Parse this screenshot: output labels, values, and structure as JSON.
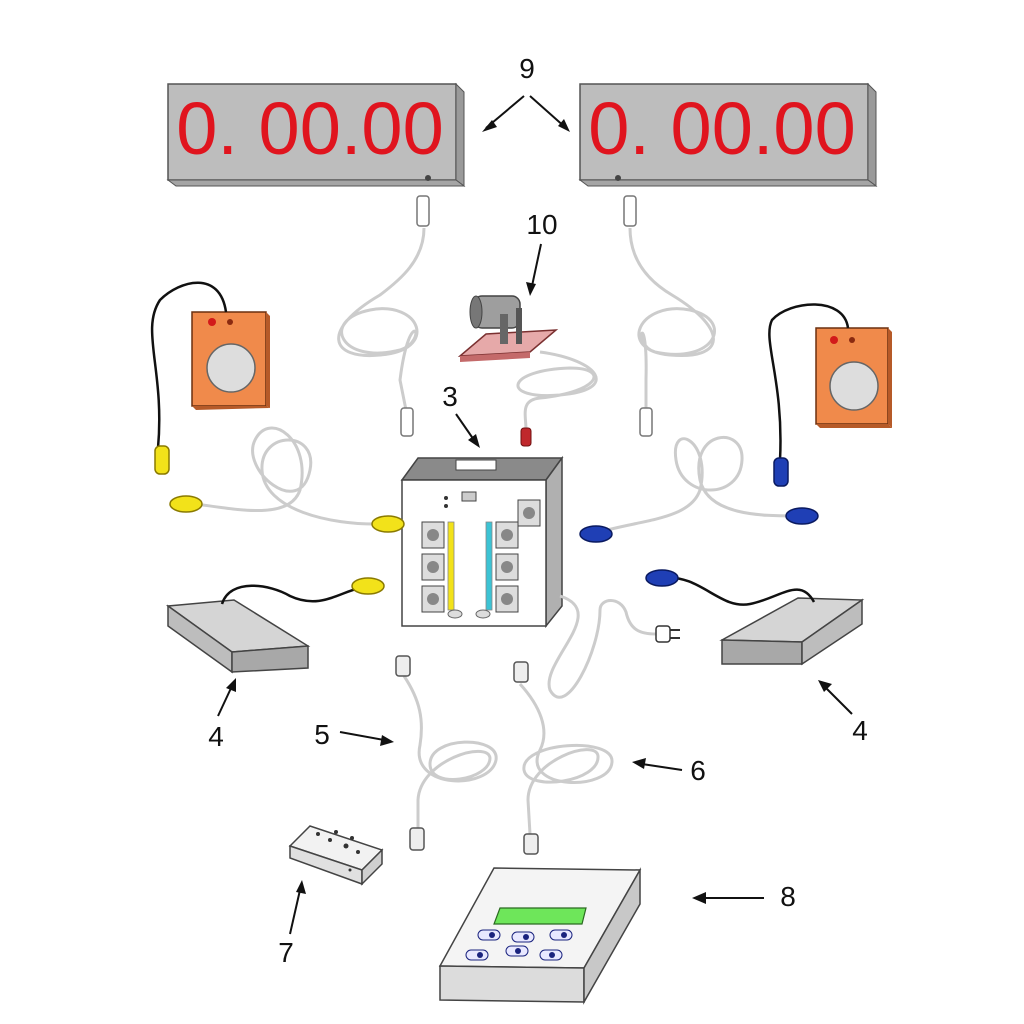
{
  "displays": {
    "left_value": "0. 00.00",
    "right_value": "0. 00.00",
    "digit_color": "#e0141e"
  },
  "callouts": {
    "displays": "9",
    "motor": "10",
    "control_box": "3",
    "pad_left": "4",
    "pad_right": "4",
    "cable_5": "5",
    "cable_6": "6",
    "block": "7",
    "console": "8"
  },
  "colors": {
    "display_body": "#bdbdbd",
    "start_plate": "#f08a4b",
    "yellow_plug": "#f2e21a",
    "blue_plug": "#1f3fb5",
    "cable": "#cfcfcf",
    "console_screen": "#6ee65a"
  },
  "icons": [
    "scoreboard-display-icon",
    "motor-icon",
    "control-box-icon",
    "start-plate-icon",
    "touch-pad-icon",
    "keypad-block-icon",
    "timing-console-icon",
    "power-plug-icon"
  ]
}
